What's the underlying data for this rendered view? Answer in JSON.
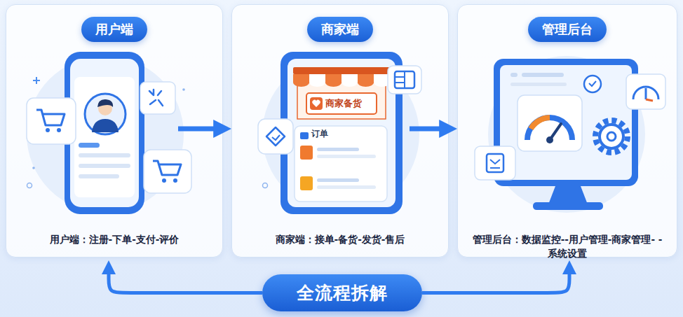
{
  "diagram": {
    "nodes": [
      {
        "text": [
          "用户端",
          "用户端：注册-下单-支付-评价"
        ]
      },
      {
        "text": [
          "商家端",
          "商家端：接单-备货-发货-售后"
        ]
      },
      {
        "text": [
          "管理后台",
          "管理后台：数据监控--用户管理-商家管理- -系统设置"
        ]
      },
      {
        "text": [
          "全流程拆解"
        ]
      }
    ],
    "edges": [
      {
        "from": 0,
        "to": 1,
        "arrow": "to"
      },
      {
        "from": 1,
        "to": 2,
        "arrow": "to"
      },
      {
        "from": 3,
        "to": 0,
        "arrow": "to"
      },
      {
        "from": 3,
        "to": 2,
        "arrow": "to"
      }
    ],
    "labels": [
      "商家备货",
      "订单"
    ]
  }
}
